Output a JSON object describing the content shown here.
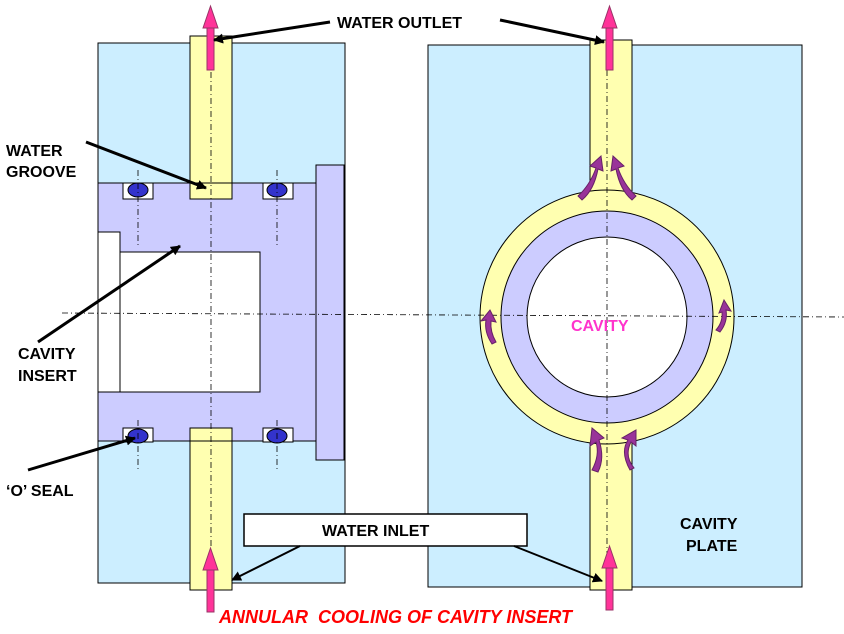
{
  "labels": {
    "water_outlet": "WATER OUTLET",
    "water_groove_1": "WATER",
    "water_groove_2": "GROOVE",
    "cavity_insert_1": "CAVITY",
    "cavity_insert_2": "INSERT",
    "o_seal": "‘O’ SEAL",
    "water_inlet": "WATER INLET",
    "cavity": "CAVITY",
    "cavity_plate_1": "CAVITY",
    "cavity_plate_2": "PLATE",
    "caption": "ANNULAR  COOLING OF CAVITY INSERT"
  },
  "colors": {
    "plate": "#cceeff",
    "channel": "#ffffb0",
    "insert": "#ccccff",
    "seal": "#3333cc",
    "flow_arrow": "#ff3399",
    "curved_flow_arrow": "#993399",
    "caption": "#ff0000",
    "cavity_label": "#ff33cc"
  }
}
